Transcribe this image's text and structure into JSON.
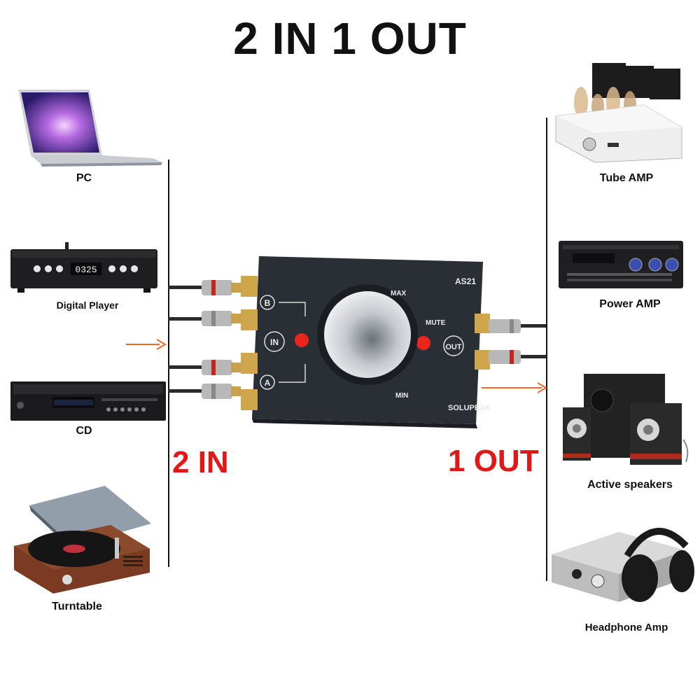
{
  "title": "2 IN 1 OUT",
  "inputs": {
    "label": "2 IN",
    "devices": [
      {
        "name": "PC",
        "icon": "laptop-icon"
      },
      {
        "name": "Digital Player",
        "icon": "digital-player-icon"
      },
      {
        "name": "CD",
        "icon": "cd-player-icon"
      },
      {
        "name": "Turntable",
        "icon": "turntable-icon"
      }
    ],
    "player_display": "0325"
  },
  "outputs": {
    "label": "1 OUT",
    "devices": [
      {
        "name": "Tube AMP",
        "icon": "tube-amp-icon"
      },
      {
        "name": "Power AMP",
        "icon": "power-amp-icon"
      },
      {
        "name": "Active speakers",
        "icon": "speakers-icon"
      },
      {
        "name": "Headphone Amp",
        "icon": "headphone-amp-icon"
      }
    ]
  },
  "switch_box": {
    "model": "AS21",
    "brand": "SOLUPEAK",
    "input_a": "A",
    "input_b": "B",
    "in_label": "IN",
    "out_label": "OUT",
    "mute_label": "MUTE",
    "max_label": "MAX",
    "min_label": "MIN"
  },
  "colors": {
    "arrow": "#ee6a2b",
    "accent_red": "#e01818",
    "box": "#2a2f36",
    "button": "#e8261c"
  }
}
